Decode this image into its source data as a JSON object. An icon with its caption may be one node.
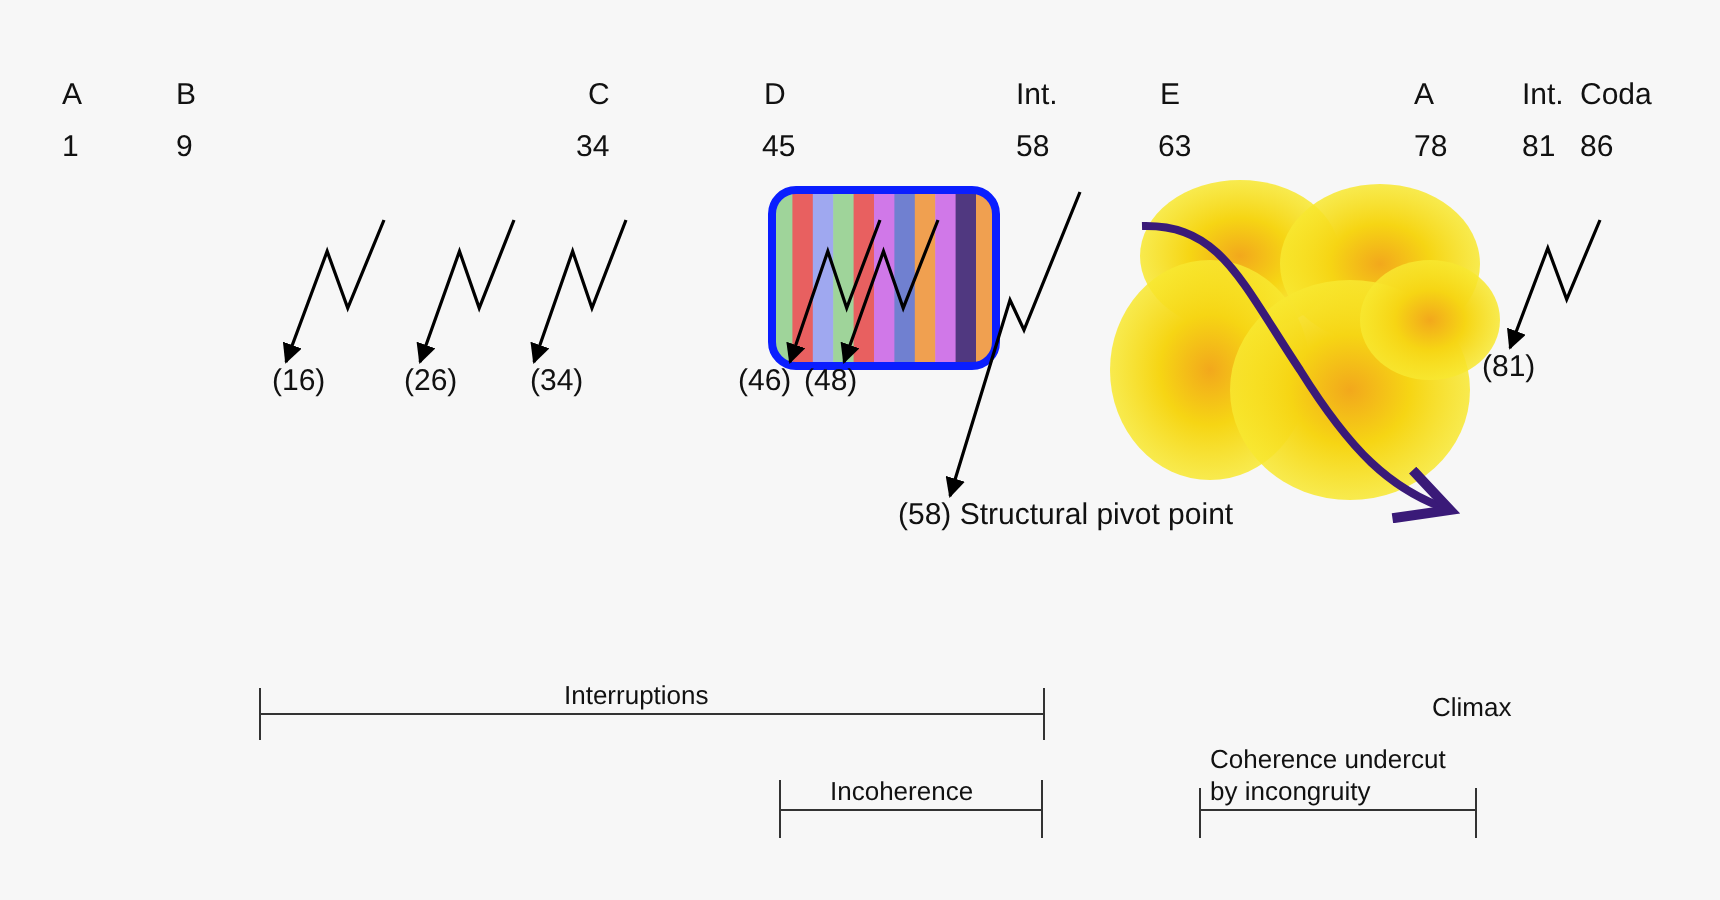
{
  "diagram": {
    "nodes": [
      {
        "text": [
          "(16)"
        ]
      },
      {
        "text": [
          "(26)"
        ]
      },
      {
        "text": [
          "(34)"
        ]
      },
      {
        "text": [
          "(46)"
        ]
      },
      {
        "text": [
          "(48)"
        ]
      },
      {
        "text": [
          "(58) Structural pivot point"
        ]
      },
      {
        "text": [
          "(81)"
        ]
      }
    ],
    "edges": [
      {
        "from": null,
        "to": 0,
        "arrow": "to"
      },
      {
        "from": null,
        "to": 1,
        "arrow": "to"
      },
      {
        "from": null,
        "to": 2,
        "arrow": "to"
      },
      {
        "from": null,
        "to": 3,
        "arrow": "to"
      },
      {
        "from": null,
        "to": 4,
        "arrow": "to"
      },
      {
        "from": null,
        "to": 5,
        "arrow": "to"
      },
      {
        "from": null,
        "to": 6,
        "arrow": "to"
      }
    ],
    "labels": [
      "A",
      "B",
      "C",
      "D",
      "Int.",
      "E",
      "A",
      "Int.",
      "Coda",
      "1",
      "9",
      "34",
      "45",
      "58",
      "63",
      "78",
      "81",
      "86",
      "Interruptions",
      "Climax",
      "Coherence undercut by incongruity",
      "Incoherence"
    ]
  }
}
